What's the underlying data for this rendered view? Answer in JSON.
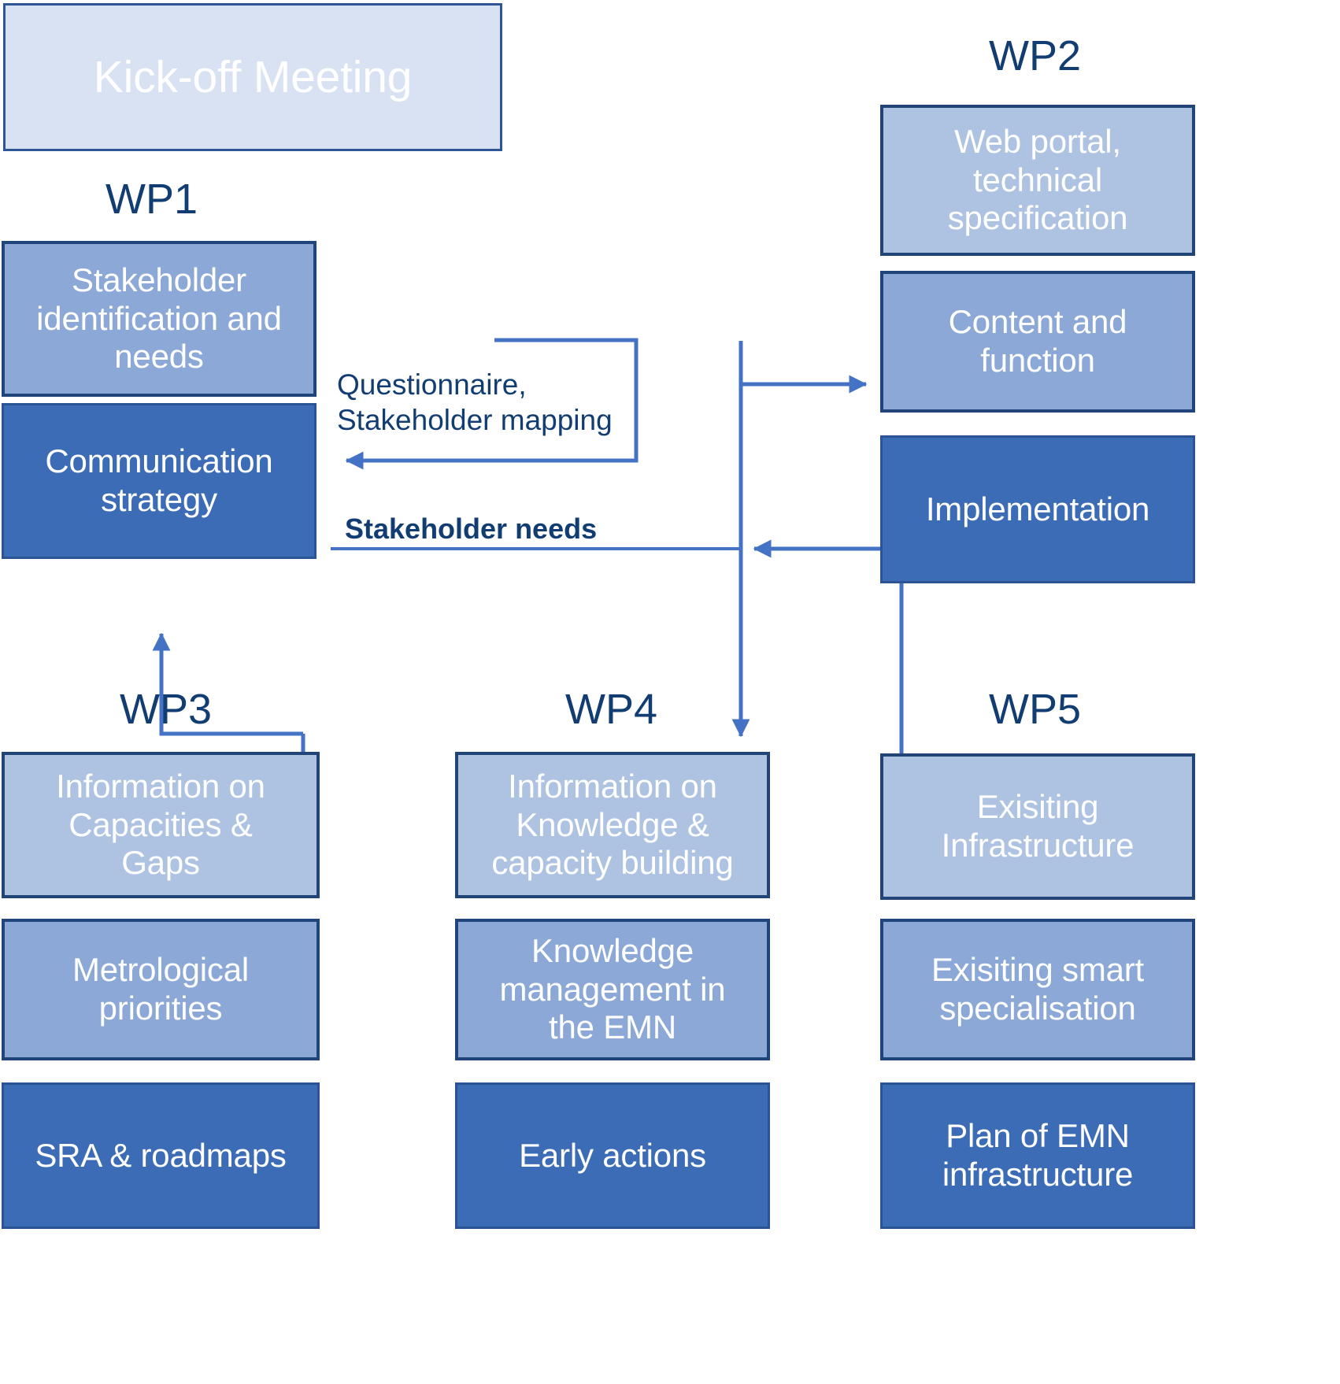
{
  "diagram": {
    "title": "Work package flow diagram",
    "colors": {
      "border_dark": "#204576",
      "tint_light": "#AEC2E2",
      "tint_medium": "#8BA8D6",
      "tint_dark": "#3C6CB5",
      "kickoff_fill": "#D9E2F3",
      "heading_text": "#123D73",
      "connector": "#4472C4",
      "box_text": "#FFFFFF"
    },
    "kickoff": {
      "label": "Kick-off Meeting"
    },
    "workpackages": [
      {
        "id": "wp1",
        "title": "WP1",
        "boxes": [
          {
            "label": "Stakeholder\nidentification and\nneeds",
            "tint": "light"
          },
          {
            "label": "Communication\nstrategy",
            "tint": "dark"
          }
        ]
      },
      {
        "id": "wp2",
        "title": "WP2",
        "boxes": [
          {
            "label": "Web portal,\ntechnical\nspecification",
            "tint": "light"
          },
          {
            "label": "Content and\nfunction",
            "tint": "medium"
          },
          {
            "label": "Implementation",
            "tint": "dark"
          }
        ]
      },
      {
        "id": "wp3",
        "title": "WP3",
        "boxes": [
          {
            "label": "Information on\nCapacities &\nGaps",
            "tint": "light"
          },
          {
            "label": "Metrological\npriorities",
            "tint": "medium"
          },
          {
            "label": "SRA & roadmaps",
            "tint": "dark"
          }
        ]
      },
      {
        "id": "wp4",
        "title": "WP4",
        "boxes": [
          {
            "label": "Information on\nKnowledge &\ncapacity building",
            "tint": "light"
          },
          {
            "label": "Knowledge\nmanagement in\nthe EMN",
            "tint": "medium"
          },
          {
            "label": "Early actions",
            "tint": "dark"
          }
        ]
      },
      {
        "id": "wp5",
        "title": "WP5",
        "boxes": [
          {
            "label": "Exisiting\nInfrastructure",
            "tint": "light"
          },
          {
            "label": "Exisiting smart\nspecialisation",
            "tint": "medium"
          },
          {
            "label": "Plan of EMN\ninfrastructure",
            "tint": "dark"
          }
        ]
      }
    ],
    "connector_labels": {
      "questionnaire": "Questionnaire,\nStakeholder mapping",
      "stakeholder_needs": "Stakeholder needs"
    }
  }
}
